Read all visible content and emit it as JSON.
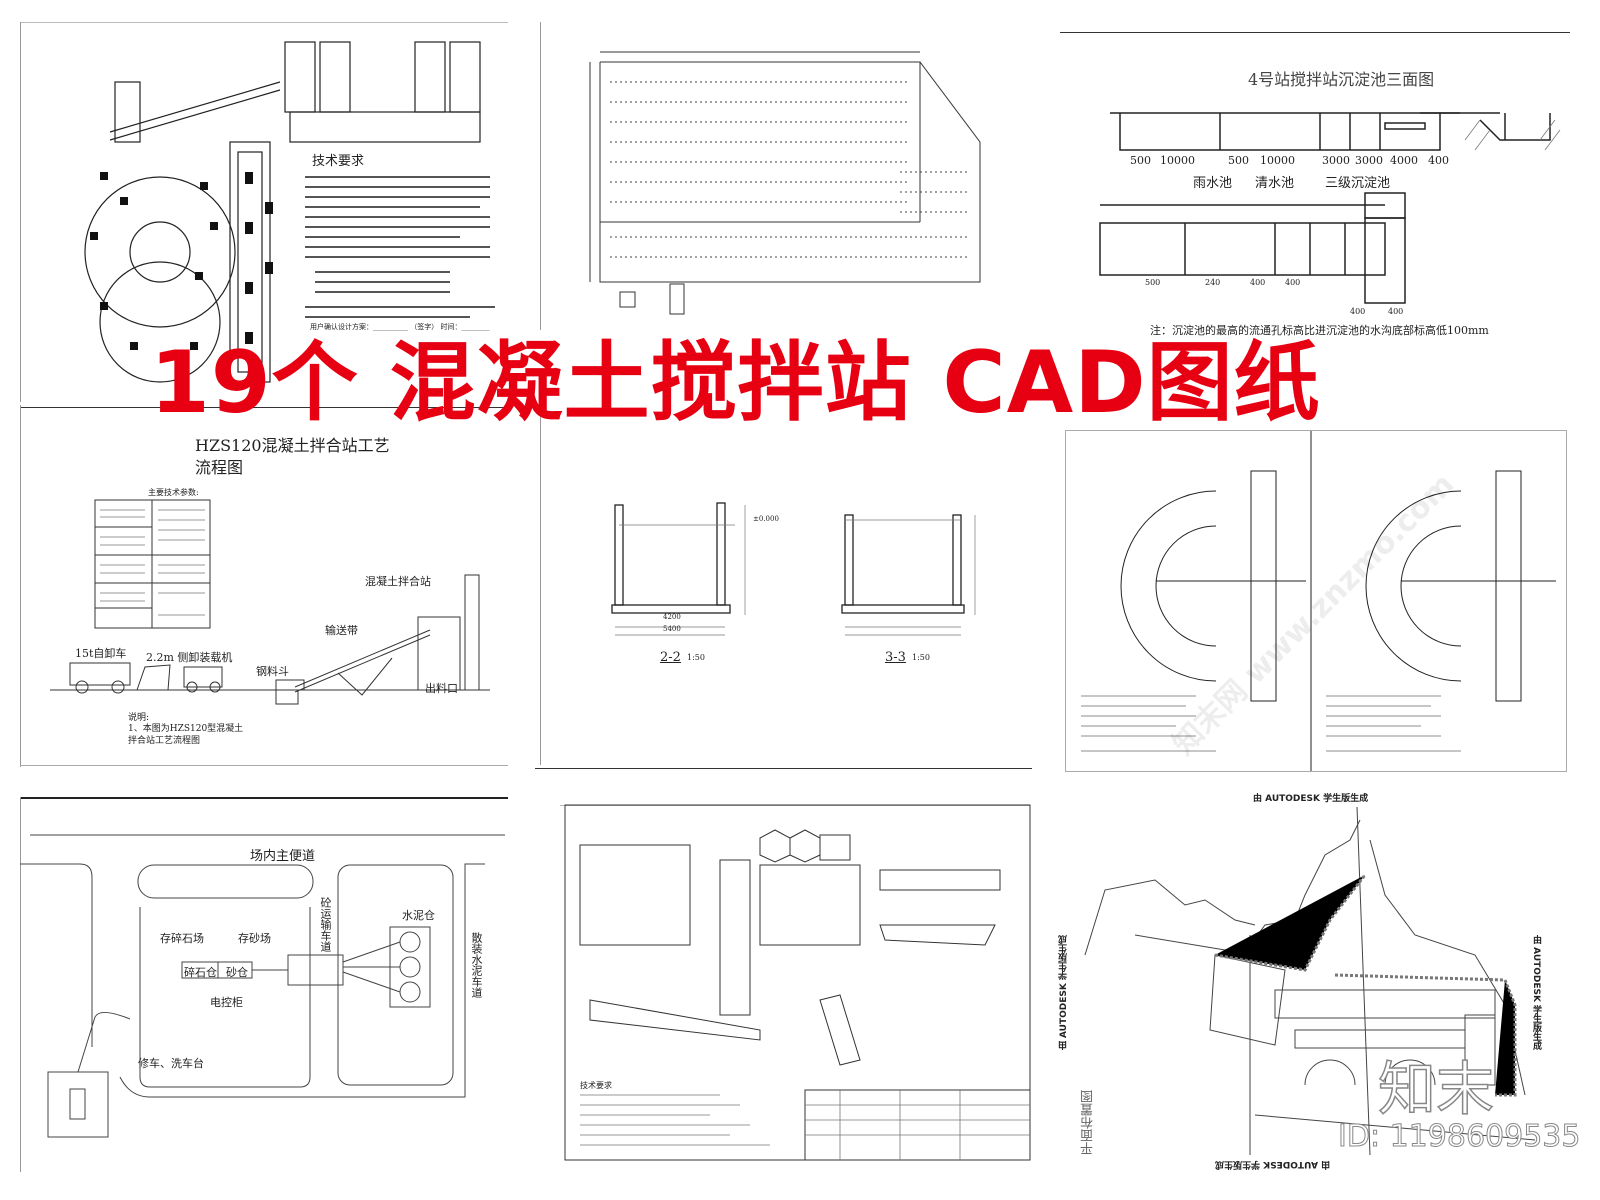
{
  "title": "19个 混凝土搅拌站 CAD图纸",
  "colors": {
    "title": "#e60012",
    "line": "#222222",
    "watermark": "#dddddd"
  },
  "watermark": {
    "text": "知末网 www.znzmo.com"
  },
  "logo": {
    "text": "知末",
    "id_label": "ID: 1198609535"
  },
  "panels": {
    "plant_plan": {
      "tech_title": "技术要求",
      "sign_line": "用户确认设计方案：__________ （签字）  时间：________"
    },
    "settling_tank": {
      "title": "4号站搅拌站沉淀池三面图",
      "labels": [
        "雨水池",
        "清水池",
        "三级沉淀池"
      ],
      "dims_top": [
        "500",
        "10000",
        "500",
        "10000",
        "3000",
        "3000",
        "4000",
        "400"
      ],
      "dims_bottom": [
        "500",
        "240",
        "400",
        "400",
        "400",
        "400"
      ],
      "note": "注：沉淀池的最高的流通孔标高比进沉淀池的水沟底部标高低100mm"
    },
    "flow_chart": {
      "title": "HZS120混凝土拌合站工艺流程图",
      "params_title": "主要技术参数:",
      "labels": [
        "15t自卸车",
        "2.2m 侧卸装载机",
        "钢料斗",
        "输送带",
        "混凝土拌合站",
        "出料口"
      ],
      "note_title": "说明:",
      "note": "1、本图为HZS120型混凝土拌合站工艺流程图"
    },
    "sections": {
      "labels": [
        "2-2",
        "3-3"
      ],
      "scale": "1:50",
      "dims": [
        "4200",
        "5400",
        "±0.000"
      ]
    },
    "site_layout": {
      "road_title": "场内主便道",
      "labels": [
        "存碎石场",
        "存砂场",
        "碎石仓",
        "砂仓",
        "电控柜",
        "砼运输车道",
        "水泥仓",
        "散装水泥车道",
        "修车、洗车台"
      ]
    },
    "details": {
      "tech_title": "技术要求"
    },
    "site_plan": {
      "stamp": "由 AUTODESK 学生版生成",
      "label": "平面布置图"
    }
  }
}
